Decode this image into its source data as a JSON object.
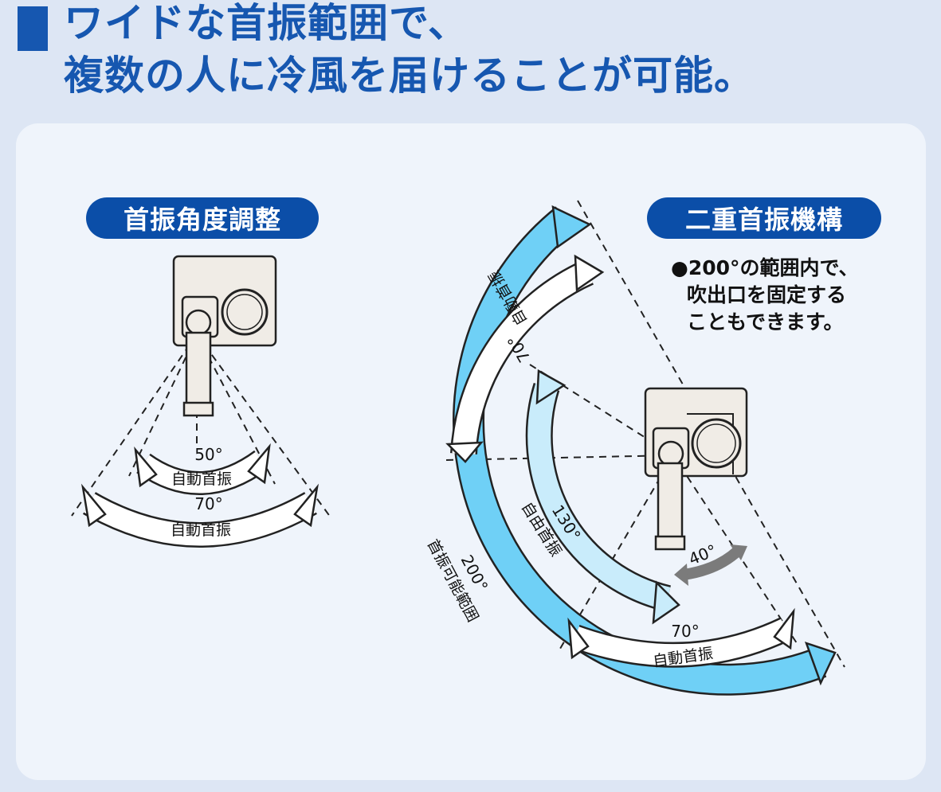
{
  "title": {
    "line1": "ワイドな首振範囲で、",
    "line2": "複数の人に冷風を届けることが可能。"
  },
  "left_section": {
    "heading": "首振角度調整",
    "inner_angle": "50°",
    "inner_label": "自動首振",
    "outer_angle": "70°",
    "outer_label": "自動首振"
  },
  "right_section": {
    "heading": "二重首振機構",
    "note": {
      "line1": "●200°の範囲内で、",
      "line2": "吹出口を固定する",
      "line3": "こともできます。"
    },
    "range_angle": "200°",
    "range_label": "首振可能範囲",
    "upper_auto_angle": "70°",
    "upper_auto_label": "自動首振",
    "free_angle": "130°",
    "free_label": "自由首振",
    "lower_auto_angle": "70°",
    "lower_auto_label": "自動首振",
    "unit_angle": "40°"
  },
  "colors": {
    "title_blue": "#1657b0",
    "pill_blue": "#0b4ea8",
    "range_cyan": "#6fd0f6",
    "free_light_blue": "#c9ecfb",
    "arrow_white": "#ffffff",
    "unit_body": "#f0ece6",
    "gray_arrow": "#7b7b7b"
  }
}
